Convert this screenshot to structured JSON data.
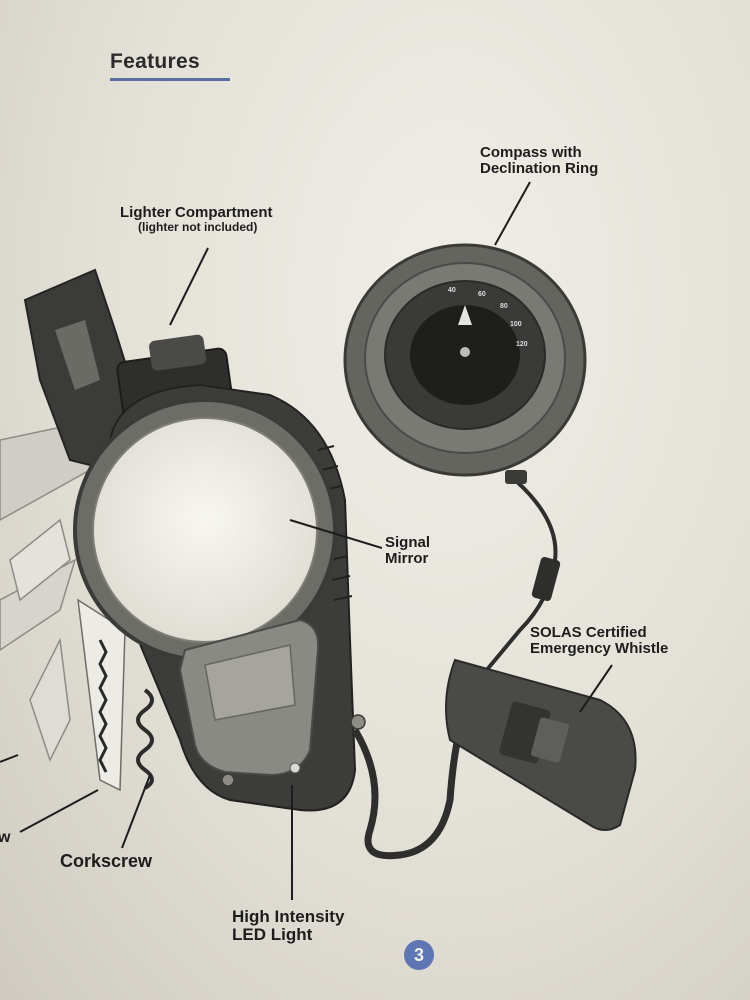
{
  "header": {
    "title": "Features"
  },
  "labels": {
    "compass": {
      "line1": "Compass with",
      "line2": "Declination Ring"
    },
    "lighter": {
      "line1": "Lighter Compartment",
      "line2": "(lighter not included)"
    },
    "mirror": {
      "line1": "Signal",
      "line2": "Mirror"
    },
    "whistle": {
      "line1": "SOLAS Certified",
      "line2": "Emergency Whistle"
    },
    "corkscrew": "Corkscrew",
    "led": {
      "line1": "High Intensity",
      "line2": "LED Light"
    },
    "partial_left": "w"
  },
  "compass_dial": {
    "north_marker": "N",
    "ticks": [
      "40",
      "60",
      "80",
      "100",
      "120"
    ]
  },
  "page_number": "3",
  "colors": {
    "accent_blue": "#5f76b5",
    "device_dark": "#3a3a38",
    "device_mid": "#6e6e69"
  }
}
